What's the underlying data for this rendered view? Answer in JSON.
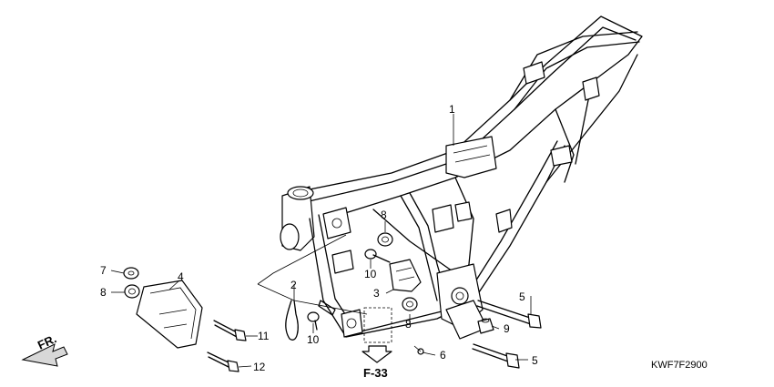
{
  "callouts": [
    {
      "id": "c1",
      "text": "1"
    },
    {
      "id": "c2",
      "text": "2"
    },
    {
      "id": "c3",
      "text": "3"
    },
    {
      "id": "c4",
      "text": "4"
    },
    {
      "id": "c5a",
      "text": "5"
    },
    {
      "id": "c5b",
      "text": "5"
    },
    {
      "id": "c6",
      "text": "6"
    },
    {
      "id": "c7",
      "text": "7"
    },
    {
      "id": "c8a",
      "text": "8"
    },
    {
      "id": "c8b",
      "text": "8"
    },
    {
      "id": "c8c",
      "text": "8"
    },
    {
      "id": "c9",
      "text": "9"
    },
    {
      "id": "c10a",
      "text": "10"
    },
    {
      "id": "c10b",
      "text": "10"
    },
    {
      "id": "c11",
      "text": "11"
    },
    {
      "id": "c12",
      "text": "12"
    }
  ],
  "reference": "F-33",
  "direction": "FR.",
  "drawing_code": "KWF7F2900"
}
